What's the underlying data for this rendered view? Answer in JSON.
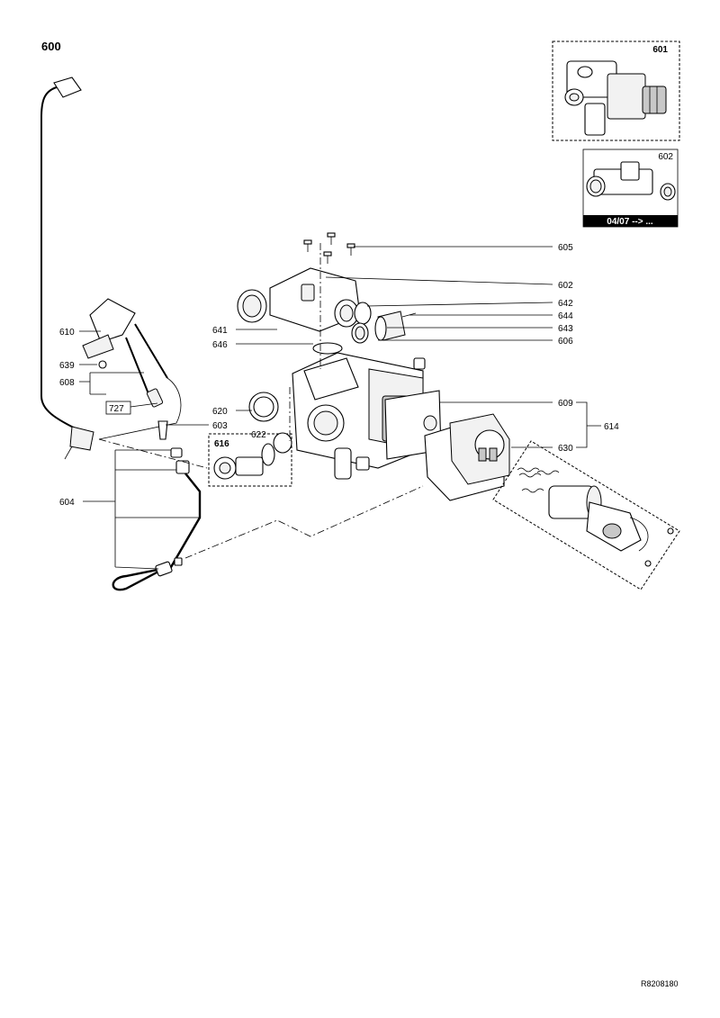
{
  "figure_id": "600",
  "document_ref": "R8208180",
  "insets": {
    "inset_601": {
      "label": "601"
    },
    "inset_602": {
      "label": "602",
      "caption": "04/07 --> ..."
    }
  },
  "parts": {
    "p605": "605",
    "p602": "602",
    "p642": "642",
    "p644": "644",
    "p641": "641",
    "p643": "643",
    "p646": "646",
    "p606": "606",
    "p610": "610",
    "p639": "639",
    "p608": "608",
    "p727": "727",
    "p620": "620",
    "p609": "609",
    "p614": "614",
    "p603": "603",
    "p616": "616",
    "p622": "622",
    "p630": "630",
    "p604": "604"
  }
}
